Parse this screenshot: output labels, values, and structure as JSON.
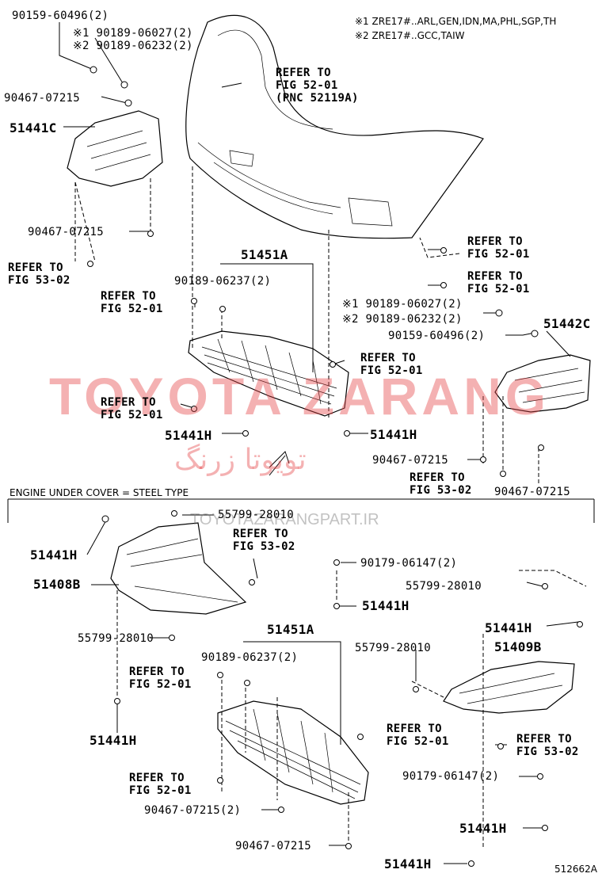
{
  "notes": [
    "※1 ZRE17#..ARL,GEN,IDN,MA,PHL,SGP,TH",
    "※2 ZRE17#..GCC,TAIW"
  ],
  "section_label": "ENGINE UNDER COVER = STEEL TYPE",
  "diagram_id": "512662A",
  "watermark": {
    "main": "TOYOTA ZARANG",
    "arabic": "تویوتا زرنگ",
    "url": "TOYOTAZARANGPART.IR"
  },
  "labels": {
    "p1": "90159-60496(2)",
    "p2": "※1 90189-06027(2)",
    "p3": "※2 90189-06232(2)",
    "p4": "90467-07215",
    "p5": "51441C",
    "p6": "90467-07215",
    "p7": "51451A",
    "p8": "90189-06237(2)",
    "p9": "※1 90189-06027(2)",
    "p10": "※2 90189-06232(2)",
    "p11": "90159-60496(2)",
    "p12": "51442C",
    "p13": "51441H",
    "p14": "51441H",
    "p15": "90467-07215",
    "p16": "90467-07215",
    "p17": "55799-28010",
    "p18": "51441H",
    "p19": "51408B",
    "p20": "90179-06147(2)",
    "p21": "55799-28010",
    "p22": "51441H",
    "p23": "55799-28010",
    "p24": "51441H",
    "p25": "51451A",
    "p26": "90189-06237(2)",
    "p27": "55799-28010",
    "p28": "51409B",
    "p29": "51441H",
    "p30": "90179-06147(2)",
    "p31": "90467-07215(2)",
    "p32": "51441H",
    "p33": "90467-07215",
    "p34": "51441H"
  },
  "refs": {
    "r1": "REFER TO\nFIG 52-01\n(PNC 52119A)",
    "r2": "REFER TO\nFIG 53-02",
    "r3": "REFER TO\nFIG 52-01",
    "r4": "REFER TO\nFIG 52-01",
    "r5": "REFER TO\nFIG 52-01",
    "r6": "REFER TO\nFIG 52-01",
    "r7": "REFER TO\nFIG 52-01",
    "r8": "REFER TO\nFIG 53-02",
    "r9": "REFER TO\nFIG 53-02",
    "r10": "REFER TO\nFIG 52-01",
    "r11": "REFER TO\nFIG 52-01",
    "r12": "REFER TO\nFIG 53-02",
    "r13": "REFER TO\nFIG 52-01"
  }
}
